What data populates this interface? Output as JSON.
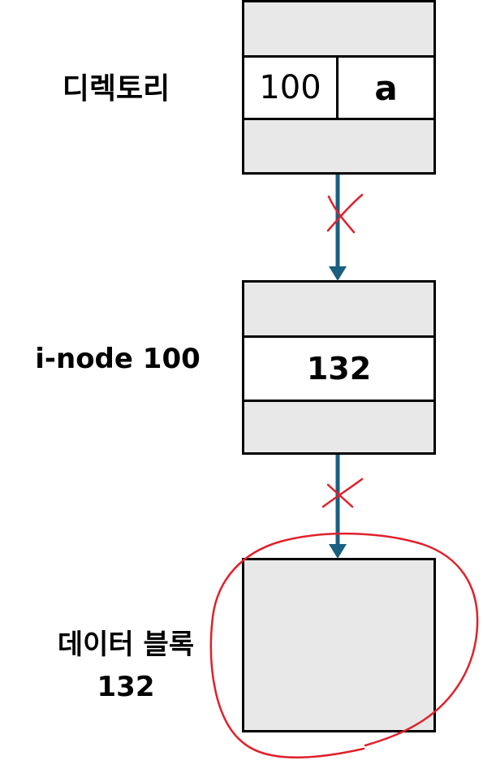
{
  "directory": {
    "label": "디렉토리",
    "entry": {
      "inode_number": "100",
      "file_name": "a"
    }
  },
  "inode": {
    "label": "i-node 100",
    "block_pointer": "132"
  },
  "data_block": {
    "label_line1": "데이터 블록",
    "label_line2": "132"
  },
  "colors": {
    "box_fill": "#e8e8e8",
    "arrow": "#1a5f80",
    "annotation": "#e0202a"
  }
}
